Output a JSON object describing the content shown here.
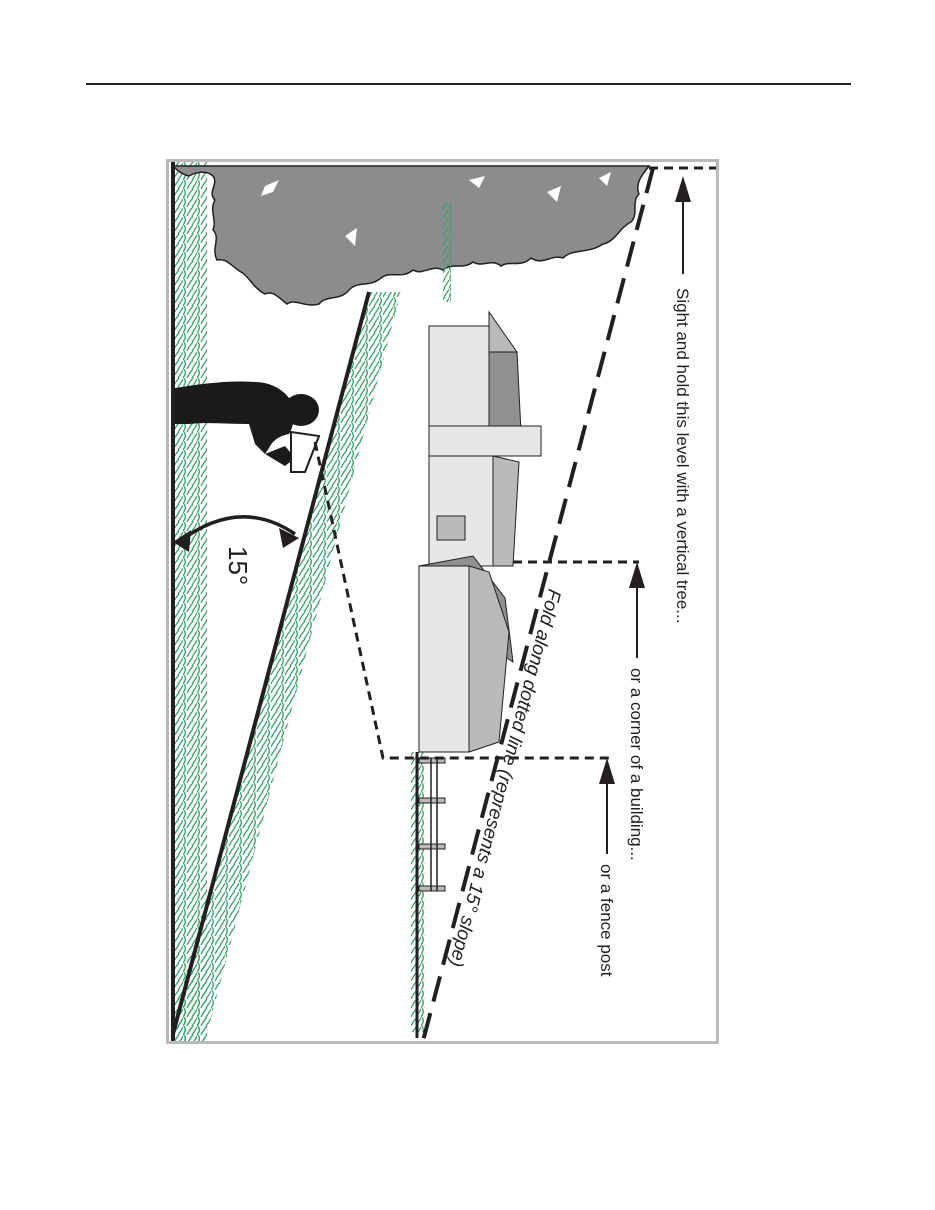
{
  "diagram": {
    "angle_label": "15°",
    "annotations": {
      "tree": "Sight and hold this level with a vertical tree...",
      "building": "or a corner of a building...",
      "fence": "or a fence post"
    },
    "fold_label": "Fold along dotted line (represents a 15° slope)"
  },
  "colors": {
    "tree": "#8a8c8e",
    "grass": "#3aa36a",
    "roof_dark": "#8e9092",
    "roof_light": "#b8babc",
    "wall": "#e6e7e8",
    "ink": "#231f20",
    "frame": "#b9b9b9"
  },
  "icons": [
    "arrow-up-icon",
    "double-arrow-icon"
  ]
}
